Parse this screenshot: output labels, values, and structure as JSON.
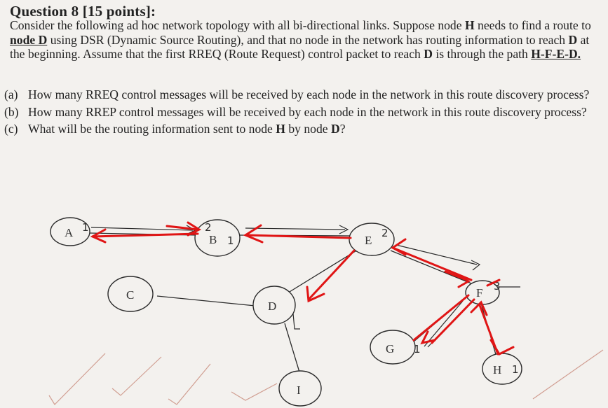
{
  "question": {
    "title": "Question 8 [15 points]:",
    "intro_1": "Consider the following ad hoc network topology with all bi-directional links. Suppose node",
    "node_h": "H",
    "intro_2": "needs to find a route to",
    "node_d_phrase": "node D",
    "intro_3": "using DSR (Dynamic Source Routing), and that no node in the network has routing information to reach",
    "node_d": "D",
    "intro_4": "at the beginning. Assume that the first RREQ (Route Request) control packet to reach",
    "node_d2": "D",
    "intro_5": "is through the path",
    "path": "H-F-E-D.",
    "parts": [
      {
        "label": "(a)",
        "text": "How many RREQ control messages will be received by each node in the network in this route discovery process?"
      },
      {
        "label": "(b)",
        "text": "How many RREP control messages will be received by each node in the network in this route discovery process?"
      },
      {
        "label": "(c)",
        "text": "What will be the routing information sent to node H by node D?",
        "bold_end": "H",
        "bold_end2": "D"
      }
    ]
  },
  "diagram": {
    "nodes": {
      "A": "A",
      "B": "B",
      "C": "C",
      "D": "D",
      "E": "E",
      "F": "F",
      "G": "G",
      "H": "H",
      "I": "I"
    },
    "annotations": {
      "a_count": "1",
      "b_count_top": "2",
      "b_count": "1",
      "e_count": "2",
      "f_count": "3",
      "g_count": "1",
      "h_count": "1"
    },
    "colors": {
      "ink": "#2b2b2b",
      "pen_red": "#e01515",
      "pencil": "#c88a7a"
    }
  }
}
